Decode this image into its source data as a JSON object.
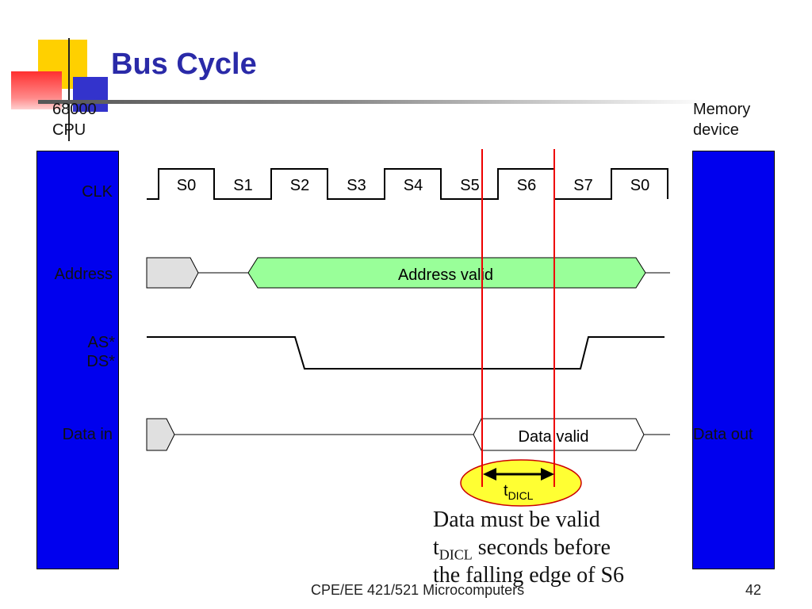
{
  "slide": {
    "title": "Bus Cycle",
    "footer": "CPE/EE 421/521 Microcomputers",
    "page_number": "42"
  },
  "cpu_label": [
    "68000",
    "CPU"
  ],
  "memory_label": [
    "Memory",
    "device"
  ],
  "signals": {
    "clk": "CLK",
    "address": "Address",
    "as": "AS*",
    "ds": "DS*",
    "data_in": "Data in",
    "data_out": "Data out"
  },
  "clock_states": [
    "S0",
    "S1",
    "S2",
    "S3",
    "S4",
    "S5",
    "S6",
    "S7",
    "S0"
  ],
  "address_bus_label": "Address valid",
  "data_bus_label": "Data valid",
  "timing": {
    "symbol": "t",
    "subscript": "DICL"
  },
  "note": {
    "line1": "Data must be valid",
    "line2_symbol": "t",
    "line2_subscript": "DICL",
    "line2_rest": " seconds before",
    "line3": "the falling edge of S6"
  },
  "colors": {
    "title": "#2a2aa8",
    "panel": "#0000ee",
    "address_valid_fill": "#99ff99",
    "bus_idle_fill": "#e0e0e0",
    "marker_red": "#ee0000",
    "ellipse_fill": "#ffff33"
  }
}
